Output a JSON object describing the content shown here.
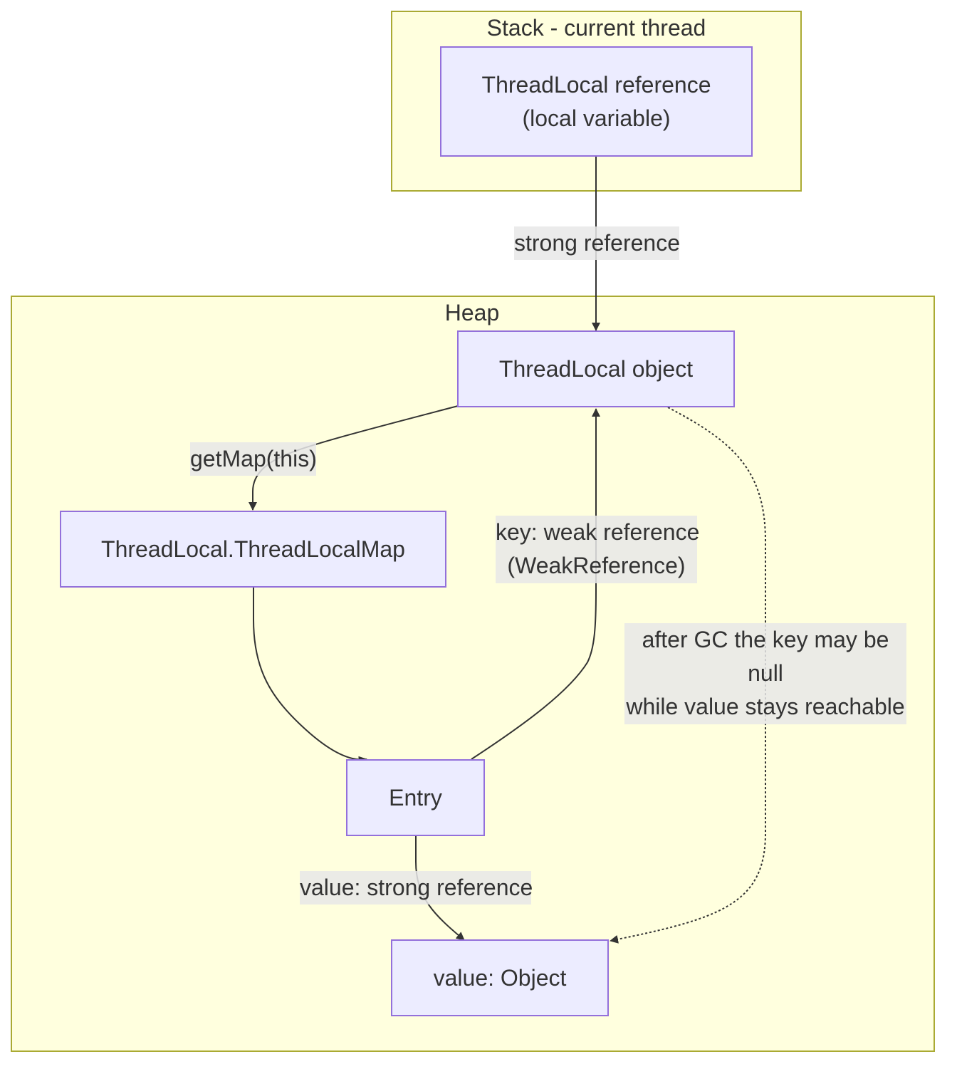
{
  "clusters": {
    "stack": {
      "title": "Stack - current thread"
    },
    "heap": {
      "title": "Heap"
    }
  },
  "nodes": {
    "threadlocal_ref": {
      "line1": "ThreadLocal reference",
      "line2": "(local variable)"
    },
    "threadlocal_obj": {
      "label": "ThreadLocal object"
    },
    "threadlocal_map": {
      "label": "ThreadLocal.ThreadLocalMap"
    },
    "entry": {
      "label": "Entry"
    },
    "value_obj": {
      "label": "value: Object"
    }
  },
  "edges": {
    "strong_ref": {
      "label": "strong reference"
    },
    "get_map": {
      "label": "getMap(this)"
    },
    "key_weak": {
      "line1": "key: weak reference",
      "line2": "(WeakReference)"
    },
    "gc_note": {
      "line1": "after GC the key may be",
      "line2": "null",
      "line3": "while value stays reachable"
    },
    "value_strong": {
      "label": "value: strong reference"
    }
  },
  "colors": {
    "cluster_fill": "#ffffde",
    "cluster_border": "#aaaa33",
    "node_fill": "#ececff",
    "node_border": "#9370db",
    "edge": "#333333",
    "label_bg": "#e8e8e8"
  }
}
